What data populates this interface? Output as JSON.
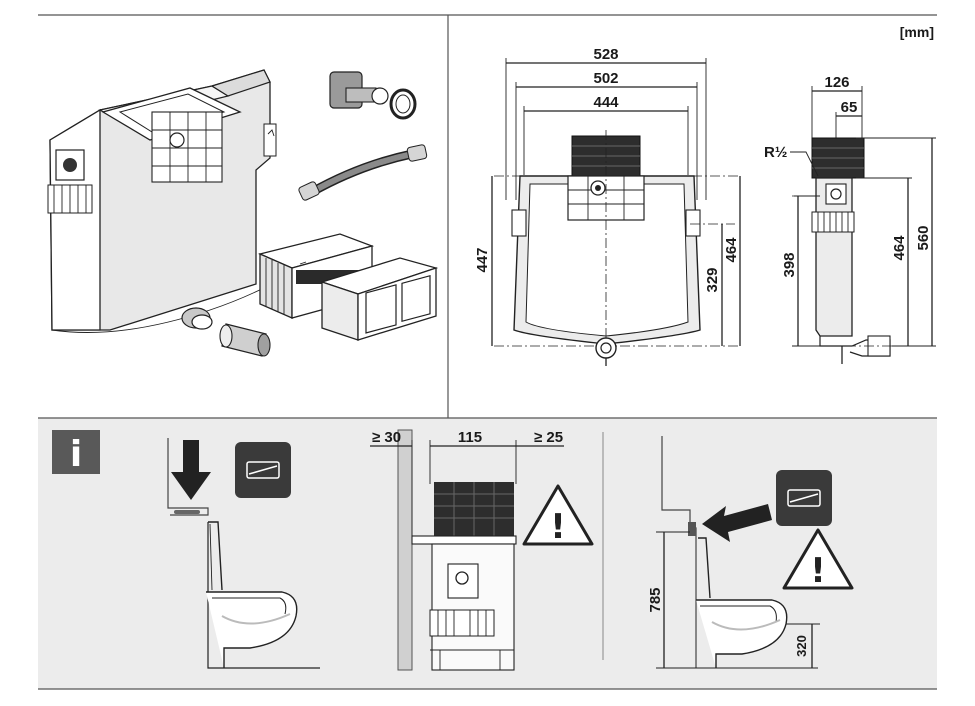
{
  "unit_label": "[mm]",
  "front_view": {
    "width_outer": "528",
    "width_middle": "502",
    "width_inner": "444",
    "height_left": "447",
    "height_right_a": "329",
    "height_right_b": "464"
  },
  "side_view": {
    "depth_outer": "126",
    "depth_inner": "65",
    "thread_label": "R½",
    "height_398": "398",
    "height_464": "464",
    "height_560": "560"
  },
  "info_panel": {
    "info_icon_glyph": "i",
    "gap_left": "≥ 30",
    "plate_width": "115",
    "gap_right": "≥ 25",
    "button_height": "785",
    "seat_height": "320",
    "warning_glyph": "!"
  },
  "colors": {
    "info_band": "#ececec",
    "info_icon_bg": "#595959",
    "panel_border": "#555555",
    "line": "#222222"
  }
}
